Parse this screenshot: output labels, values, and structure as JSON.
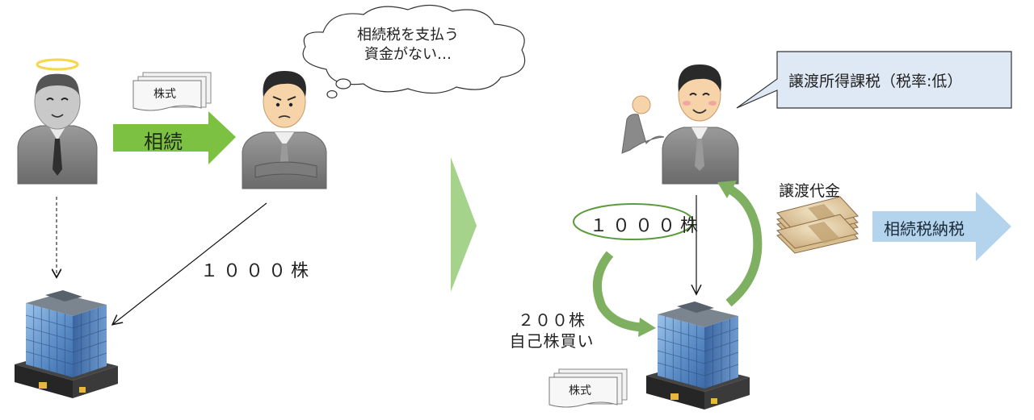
{
  "cloud_text": {
    "line1": "相続税を支払う",
    "line2": "資金がない…"
  },
  "inherit_arrow_label": "相続",
  "stock_doc_label_left": "株式",
  "left_shares_label": "１０００株",
  "right_shares_label": "１０００株",
  "speech_bubble_text": "譲渡所得課税（税率:低）",
  "proceeds_label": "譲渡代金",
  "pay_tax_label": "相続税納税",
  "buyback": {
    "line1": "２００株",
    "line2": "自己株買い"
  },
  "stock_doc_label_right": "株式",
  "colors": {
    "green_arrow": "#7dc142",
    "big_arrow": "#a5d38b",
    "blue_arrow": "#b4d3ec",
    "bubble_fill": "#dfe9f5",
    "ellipse_stroke": "#5a9a3c",
    "curve_green": "#7fb061"
  }
}
